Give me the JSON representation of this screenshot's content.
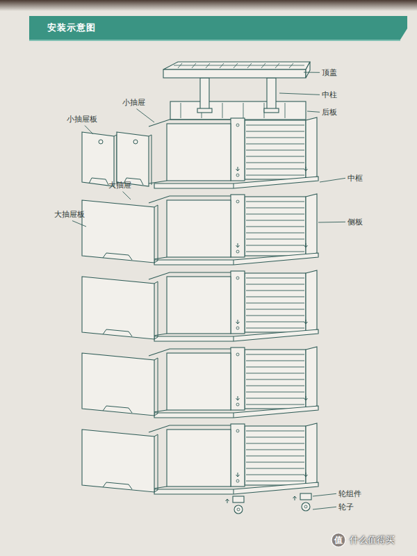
{
  "diagram": {
    "title": "安装示意图",
    "labels": [
      "顶盖",
      "中柱",
      "小抽屉",
      "后板",
      "小抽屉板",
      "中框",
      "大抽屉",
      "大抽屉板",
      "侧板",
      "轮组件",
      "轮子",
      "值",
      "什么值得买"
    ]
  }
}
